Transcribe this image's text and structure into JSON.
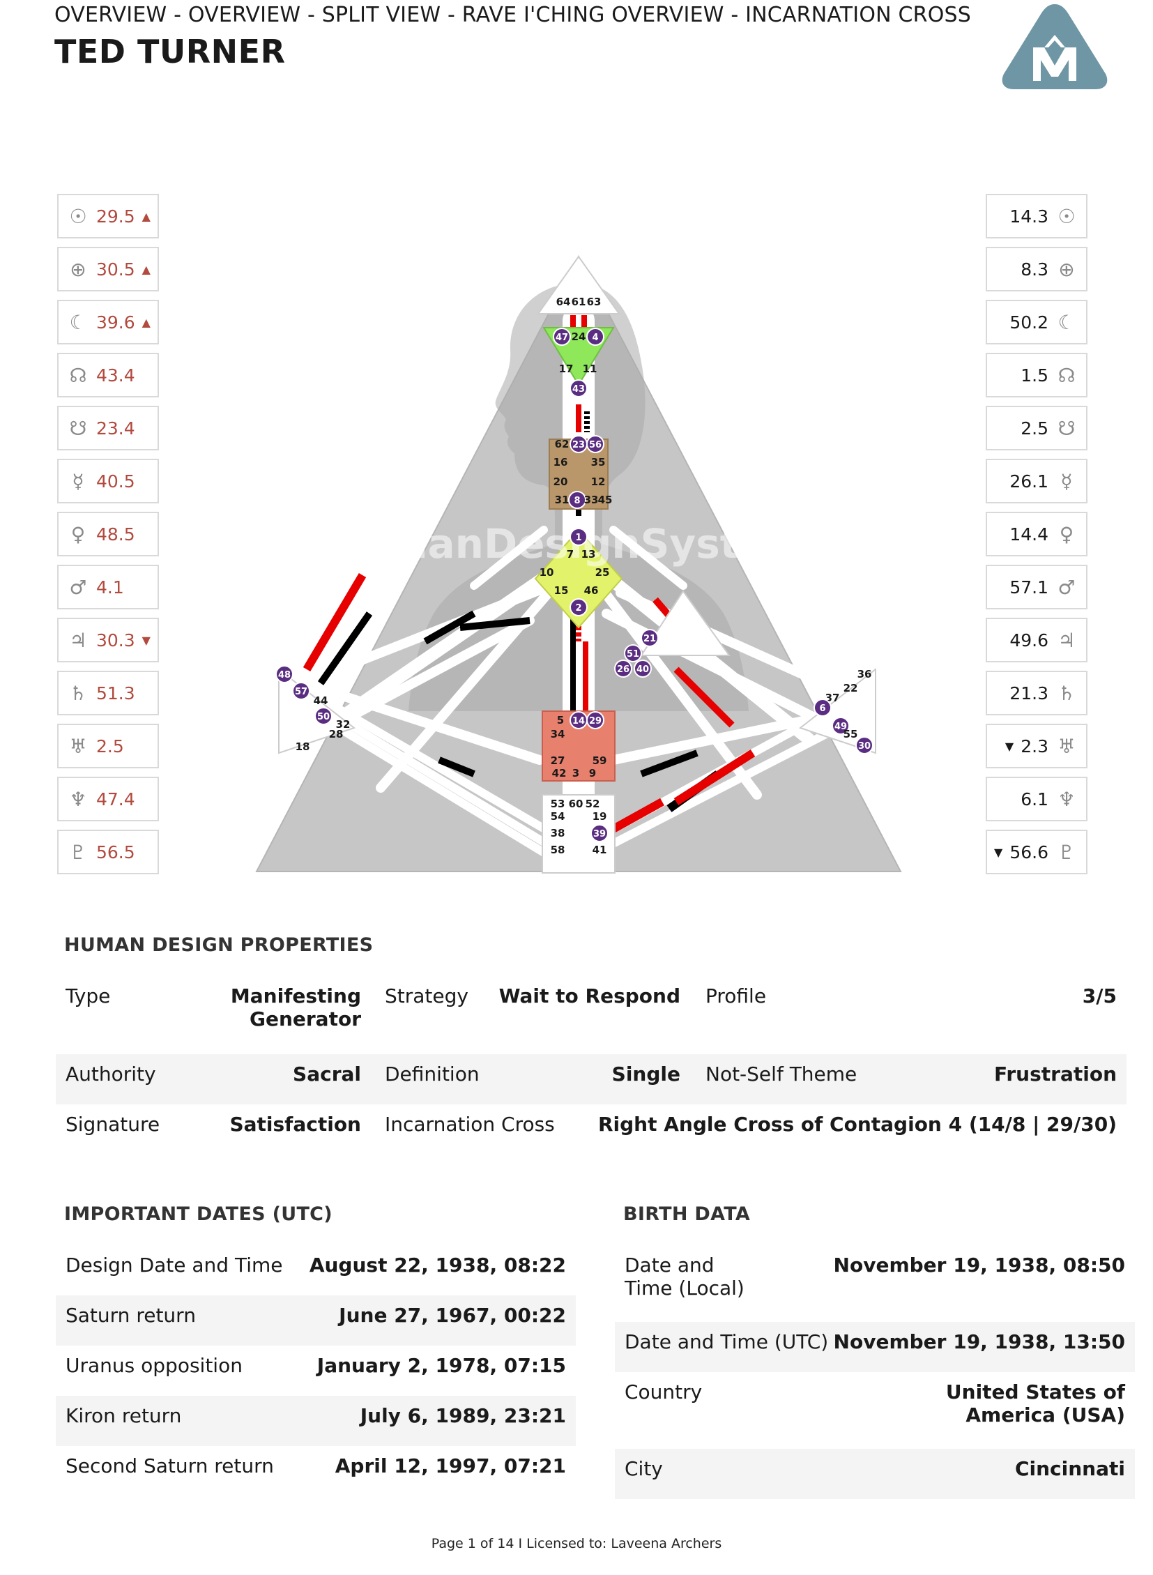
{
  "header": {
    "breadcrumb": "OVERVIEW - OVERVIEW - SPLIT VIEW - RAVE I'CHING OVERVIEW - INCARNATION CROSS",
    "title": "TED TURNER"
  },
  "watermark": "TheHumanDesignSystem.com",
  "design_column": [
    {
      "icon": "sun-icon",
      "glyph": "☉",
      "value": "29.5",
      "arrow": "▲"
    },
    {
      "icon": "earth-icon",
      "glyph": "⊕",
      "value": "30.5",
      "arrow": "▲"
    },
    {
      "icon": "moon-icon",
      "glyph": "☾",
      "value": "39.6",
      "arrow": "▲"
    },
    {
      "icon": "north-node-icon",
      "glyph": "☊",
      "value": "43.4",
      "arrow": ""
    },
    {
      "icon": "south-node-icon",
      "glyph": "☋",
      "value": "23.4",
      "arrow": ""
    },
    {
      "icon": "mercury-icon",
      "glyph": "☿",
      "value": "40.5",
      "arrow": ""
    },
    {
      "icon": "venus-icon",
      "glyph": "♀",
      "value": "48.5",
      "arrow": ""
    },
    {
      "icon": "mars-icon",
      "glyph": "♂",
      "value": "4.1",
      "arrow": ""
    },
    {
      "icon": "jupiter-icon",
      "glyph": "♃",
      "value": "30.3",
      "arrow": "▼"
    },
    {
      "icon": "saturn-icon",
      "glyph": "♄",
      "value": "51.3",
      "arrow": ""
    },
    {
      "icon": "uranus-icon",
      "glyph": "♅",
      "value": "2.5",
      "arrow": ""
    },
    {
      "icon": "neptune-icon",
      "glyph": "♆",
      "value": "47.4",
      "arrow": ""
    },
    {
      "icon": "pluto-icon",
      "glyph": "♇",
      "value": "56.5",
      "arrow": ""
    }
  ],
  "personality_column": [
    {
      "icon": "sun-icon",
      "glyph": "☉",
      "value": "14.3",
      "arrow": ""
    },
    {
      "icon": "earth-icon",
      "glyph": "⊕",
      "value": "8.3",
      "arrow": ""
    },
    {
      "icon": "moon-icon",
      "glyph": "☾",
      "value": "50.2",
      "arrow": ""
    },
    {
      "icon": "north-node-icon",
      "glyph": "☊",
      "value": "1.5",
      "arrow": ""
    },
    {
      "icon": "south-node-icon",
      "glyph": "☋",
      "value": "2.5",
      "arrow": ""
    },
    {
      "icon": "mercury-icon",
      "glyph": "☿",
      "value": "26.1",
      "arrow": ""
    },
    {
      "icon": "venus-icon",
      "glyph": "♀",
      "value": "14.4",
      "arrow": ""
    },
    {
      "icon": "mars-icon",
      "glyph": "♂",
      "value": "57.1",
      "arrow": ""
    },
    {
      "icon": "jupiter-icon",
      "glyph": "♃",
      "value": "49.6",
      "arrow": ""
    },
    {
      "icon": "saturn-icon",
      "glyph": "♄",
      "value": "21.3",
      "arrow": ""
    },
    {
      "icon": "uranus-icon",
      "glyph": "♅",
      "value": "2.3",
      "arrow": "▼"
    },
    {
      "icon": "neptune-icon",
      "glyph": "♆",
      "value": "6.1",
      "arrow": ""
    },
    {
      "icon": "pluto-icon",
      "glyph": "♇",
      "value": "56.6",
      "arrow": "▼"
    }
  ],
  "colors": {
    "design_red": "#b24a3e",
    "channel_red": "#e60000",
    "head_center": "#ffffff",
    "ajna_center": "#8ee85a",
    "throat_center": "#b9976b",
    "g_center": "#e2f26a",
    "sacral_center": "#e8806e",
    "gate_badge": "#5a2d82"
  },
  "bodygraph": {
    "head_gates": [
      "64",
      "61",
      "63"
    ],
    "ajna_gates": [
      "47",
      "24",
      "4",
      "17",
      "11",
      "43"
    ],
    "throat_gates": [
      "62",
      "23",
      "56",
      "16",
      "35",
      "20",
      "12",
      "31",
      "8",
      "33",
      "45"
    ],
    "g_gates": [
      "1",
      "7",
      "13",
      "10",
      "25",
      "15",
      "46",
      "2"
    ],
    "ego_gates": [
      "21",
      "51",
      "26",
      "40"
    ],
    "spleen_gates": [
      "48",
      "57",
      "44",
      "50",
      "32",
      "28",
      "18"
    ],
    "sacral_gates": [
      "5",
      "14",
      "29",
      "34",
      "27",
      "59",
      "42",
      "3",
      "9"
    ],
    "solar_plexus_gates": [
      "36",
      "22",
      "37",
      "6",
      "49",
      "55",
      "30"
    ],
    "root_gates": [
      "53",
      "60",
      "52",
      "54",
      "19",
      "38",
      "39",
      "58",
      "41"
    ]
  },
  "properties": {
    "title": "HUMAN DESIGN PROPERTIES",
    "rows": [
      [
        {
          "label": "Type",
          "value": "Manifesting Generator"
        },
        {
          "label": "Strategy",
          "value": "Wait to Respond"
        },
        {
          "label": "Profile",
          "value": "3/5"
        }
      ],
      [
        {
          "label": "Authority",
          "value": "Sacral"
        },
        {
          "label": "Definition",
          "value": "Single"
        },
        {
          "label": "Not-Self Theme",
          "value": "Frustration"
        }
      ],
      [
        {
          "label": "Signature",
          "value": "Satisfaction"
        },
        {
          "label": "Incarnation Cross",
          "value": "Right Angle Cross of Contagion 4 (14/8 | 29/30)"
        }
      ]
    ]
  },
  "important_dates": {
    "title": "IMPORTANT DATES (UTC)",
    "rows": [
      {
        "label": "Design Date and Time",
        "value": "August 22, 1938, 08:22"
      },
      {
        "label": "Saturn return",
        "value": "June 27, 1967, 00:22"
      },
      {
        "label": "Uranus opposition",
        "value": "January 2, 1978, 07:15"
      },
      {
        "label": "Kiron return",
        "value": "July 6, 1989, 23:21"
      },
      {
        "label": "Second Saturn return",
        "value": "April 12, 1997, 07:21"
      }
    ]
  },
  "birth_data": {
    "title": "BIRTH DATA",
    "rows": [
      {
        "label": "Date and Time (Local)",
        "value": "November 19, 1938, 08:50"
      },
      {
        "label": "Date and Time (UTC)",
        "value": "November 19, 1938, 13:50"
      },
      {
        "label": "Country",
        "value": "United States of America (USA)"
      },
      {
        "label": "City",
        "value": "Cincinnati"
      }
    ]
  },
  "footer": "Page 1 of 14 I Licensed to: Laveena Archers"
}
